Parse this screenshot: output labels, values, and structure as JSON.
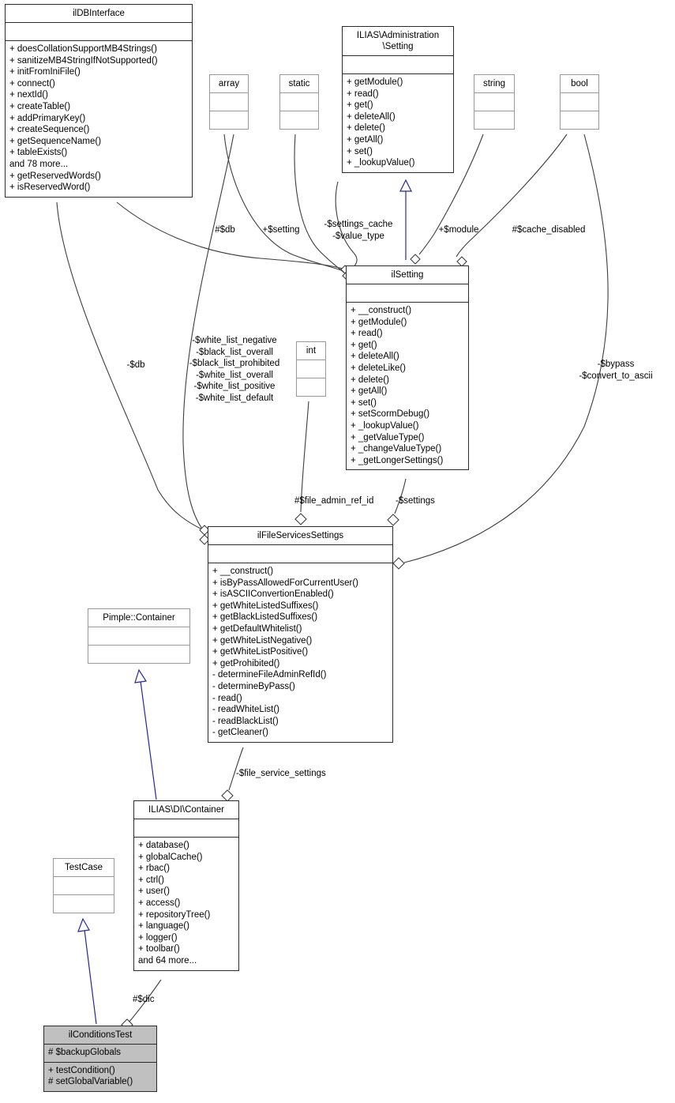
{
  "diagram": {
    "kind": "uml-class-diagram",
    "title": "ilConditionsTest collaboration diagram",
    "background": "#ffffff",
    "edge_color": "#3d3d3d",
    "inheritance_color": "#27279a",
    "highlight_fill": "#c0c0c0"
  },
  "nodes": {
    "ildbinterface": {
      "title": "ilDBInterface",
      "attrs": [],
      "ops": [
        "+ doesCollationSupportMB4Strings()",
        "+ sanitizeMB4StringIfNotSupported()",
        "+ initFromIniFile()",
        "+ connect()",
        "+ nextId()",
        "+ createTable()",
        "+ addPrimaryKey()",
        "+ createSequence()",
        "+ getSequenceName()",
        "+ tableExists()",
        "and 78 more...",
        "+ getReservedWords()",
        "+ isReservedWord()"
      ]
    },
    "array": {
      "title": "array",
      "attrs": [],
      "ops": []
    },
    "static": {
      "title": "static",
      "attrs": [],
      "ops": []
    },
    "string": {
      "title": "string",
      "attrs": [],
      "ops": []
    },
    "bool": {
      "title": "bool",
      "attrs": [],
      "ops": []
    },
    "int": {
      "title": "int",
      "attrs": [],
      "ops": []
    },
    "administration_setting": {
      "title": "ILIAS\\Administration\n\\Setting",
      "attrs": [],
      "ops": [
        "+ getModule()",
        "+ read()",
        "+ get()",
        "+ deleteAll()",
        "+ delete()",
        "+ getAll()",
        "+ set()",
        "+ _lookupValue()"
      ]
    },
    "ilsetting": {
      "title": "ilSetting",
      "attrs": [],
      "ops": [
        "+ __construct()",
        "+ getModule()",
        "+ read()",
        "+ get()",
        "+ deleteAll()",
        "+ deleteLike()",
        "+ delete()",
        "+ getAll()",
        "+ set()",
        "+ setScormDebug()",
        "+ _lookupValue()",
        "+ _getValueType()",
        "+ _changeValueType()",
        "+ _getLongerSettings()"
      ]
    },
    "ilfileservicessettings": {
      "title": "ilFileServicesSettings",
      "attrs": [],
      "ops": [
        "+ __construct()",
        "+ isByPassAllowedForCurrentUser()",
        "+ isASCIIConvertionEnabled()",
        "+ getWhiteListedSuffixes()",
        "+ getBlackListedSuffixes()",
        "+ getDefaultWhitelist()",
        "+ getWhiteListNegative()",
        "+ getWhiteListPositive()",
        "+ getProhibited()",
        "- determineFileAdminRefId()",
        "- determineByPass()",
        "- read()",
        "- readWhiteList()",
        "- readBlackList()",
        "- getCleaner()"
      ]
    },
    "pimple_container": {
      "title": "Pimple::Container",
      "attrs": [],
      "ops": []
    },
    "di_container": {
      "title": "ILIAS\\DI\\Container",
      "attrs": [],
      "ops": [
        "+ database()",
        "+ globalCache()",
        "+ rbac()",
        "+ ctrl()",
        "+ user()",
        "+ access()",
        "+ repositoryTree()",
        "+ language()",
        "+ logger()",
        "+ toolbar()",
        "and 64 more..."
      ]
    },
    "testcase": {
      "title": "TestCase",
      "attrs": [],
      "ops": []
    },
    "ilconditionstest": {
      "title": "ilConditionsTest",
      "attrs": [
        "# $backupGlobals"
      ],
      "ops": [
        "+ testCondition()",
        "# setGlobalVariable()"
      ]
    }
  },
  "edge_labels": {
    "db_hash": "#$db",
    "setting": "+$setting",
    "settings_cache": "-$settings_cache\n-$value_type",
    "module": "+$module",
    "cache_disabled": "#$cache_disabled",
    "db_private": "-$db",
    "white_black_lists": "-$white_list_negative\n-$black_list_overall\n-$black_list_prohibited\n-$white_list_overall\n-$white_list_positive\n-$white_list_default",
    "bypass_convert": "-$bypass\n-$convert_to_ascii",
    "file_admin_ref_id": "#$file_admin_ref_id",
    "settings_private": "-$settings",
    "file_service_settings": "-$file_service_settings",
    "dic": "#$dic"
  }
}
